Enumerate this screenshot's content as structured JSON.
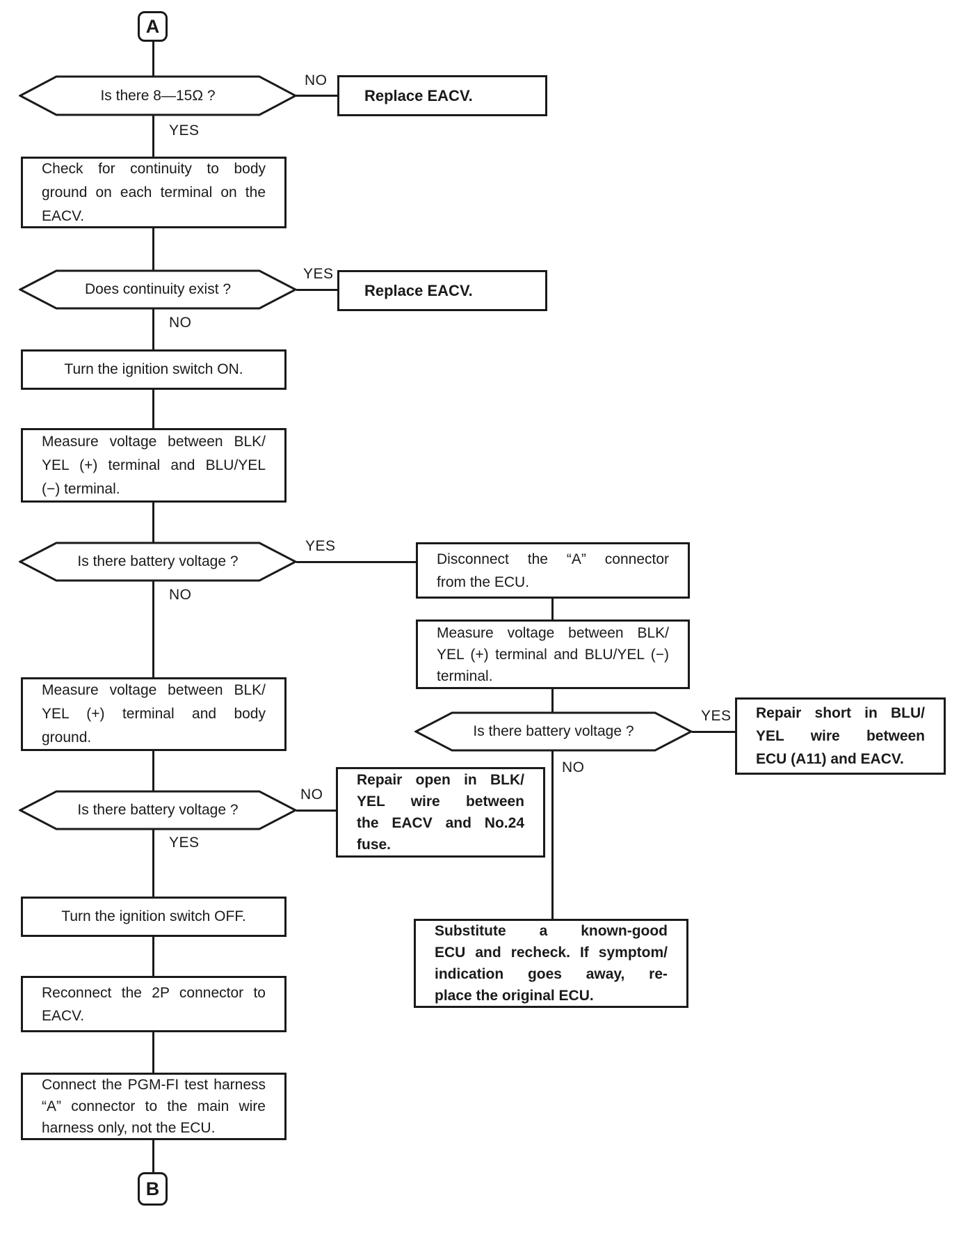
{
  "flowchart": {
    "title_context": "EACV troubleshooting flowchart",
    "labels": {
      "yes": "YES",
      "no": "NO"
    },
    "terminals": {
      "start": "A",
      "end": "B"
    },
    "nodes": {
      "d_resistance": "Is there 8—15Ω ?",
      "a_replace_eacv_1": "Replace EACV.",
      "p_check_continuity": "Check for continuity to body\nground on each terminal on the\nEACV.",
      "d_continuity": "Does continuity exist ?",
      "a_replace_eacv_2": "Replace EACV.",
      "p_ignition_on": "Turn the ignition switch ON.",
      "p_measure_blu_yel": "Measure voltage between BLK/\nYEL (+) terminal and BLU/YEL\n(−) terminal.",
      "d_battery_1": "Is there battery voltage ?",
      "p_disconnect_a": "Disconnect the “A” connector\nfrom the ECU.",
      "p_measure_blu_yel_ecu": "Measure voltage between BLK/\nYEL (+) terminal and BLU/YEL (−)\nterminal.",
      "d_battery_right": "Is there battery voltage ?",
      "a_repair_short": "Repair short in BLU/\nYEL wire between\nECU (A11) and EACV.",
      "a_substitute_ecu": "Substitute a known-good\nECU and recheck. If symptom/\nindication goes away, re-\nplace the original ECU.",
      "p_measure_body_ground": "Measure voltage between BLK/\nYEL (+) terminal and body\nground.",
      "d_battery_2": "Is there battery voltage ?",
      "a_repair_open": "Repair open in BLK/\nYEL wire between\nthe EACV and No.24\nfuse.",
      "p_ignition_off": "Turn the ignition switch OFF.",
      "p_reconnect_2p": "Reconnect the 2P connector to\nEACV.",
      "p_connect_test_harness": "Connect the PGM-FI test harness\n“A” connector to the main wire\nharness only, not the ECU.",
      "ink_color": "#1a1a1a"
    },
    "edges": [
      {
        "from": "A",
        "to": "d_resistance",
        "label": ""
      },
      {
        "from": "d_resistance",
        "to": "a_replace_eacv_1",
        "label": "NO"
      },
      {
        "from": "d_resistance",
        "to": "p_check_continuity",
        "label": "YES"
      },
      {
        "from": "p_check_continuity",
        "to": "d_continuity",
        "label": ""
      },
      {
        "from": "d_continuity",
        "to": "a_replace_eacv_2",
        "label": "YES"
      },
      {
        "from": "d_continuity",
        "to": "p_ignition_on",
        "label": "NO"
      },
      {
        "from": "p_ignition_on",
        "to": "p_measure_blu_yel",
        "label": ""
      },
      {
        "from": "p_measure_blu_yel",
        "to": "d_battery_1",
        "label": ""
      },
      {
        "from": "d_battery_1",
        "to": "p_disconnect_a",
        "label": "YES"
      },
      {
        "from": "d_battery_1",
        "to": "p_measure_body_ground",
        "label": "NO"
      },
      {
        "from": "p_disconnect_a",
        "to": "p_measure_blu_yel_ecu",
        "label": ""
      },
      {
        "from": "p_measure_blu_yel_ecu",
        "to": "d_battery_right",
        "label": ""
      },
      {
        "from": "d_battery_right",
        "to": "a_repair_short",
        "label": "YES"
      },
      {
        "from": "d_battery_right",
        "to": "a_substitute_ecu",
        "label": "NO"
      },
      {
        "from": "p_measure_body_ground",
        "to": "d_battery_2",
        "label": ""
      },
      {
        "from": "d_battery_2",
        "to": "a_repair_open",
        "label": "NO"
      },
      {
        "from": "d_battery_2",
        "to": "p_ignition_off",
        "label": "YES"
      },
      {
        "from": "p_ignition_off",
        "to": "p_reconnect_2p",
        "label": ""
      },
      {
        "from": "p_reconnect_2p",
        "to": "p_connect_test_harness",
        "label": ""
      },
      {
        "from": "p_connect_test_harness",
        "to": "B",
        "label": ""
      }
    ]
  }
}
